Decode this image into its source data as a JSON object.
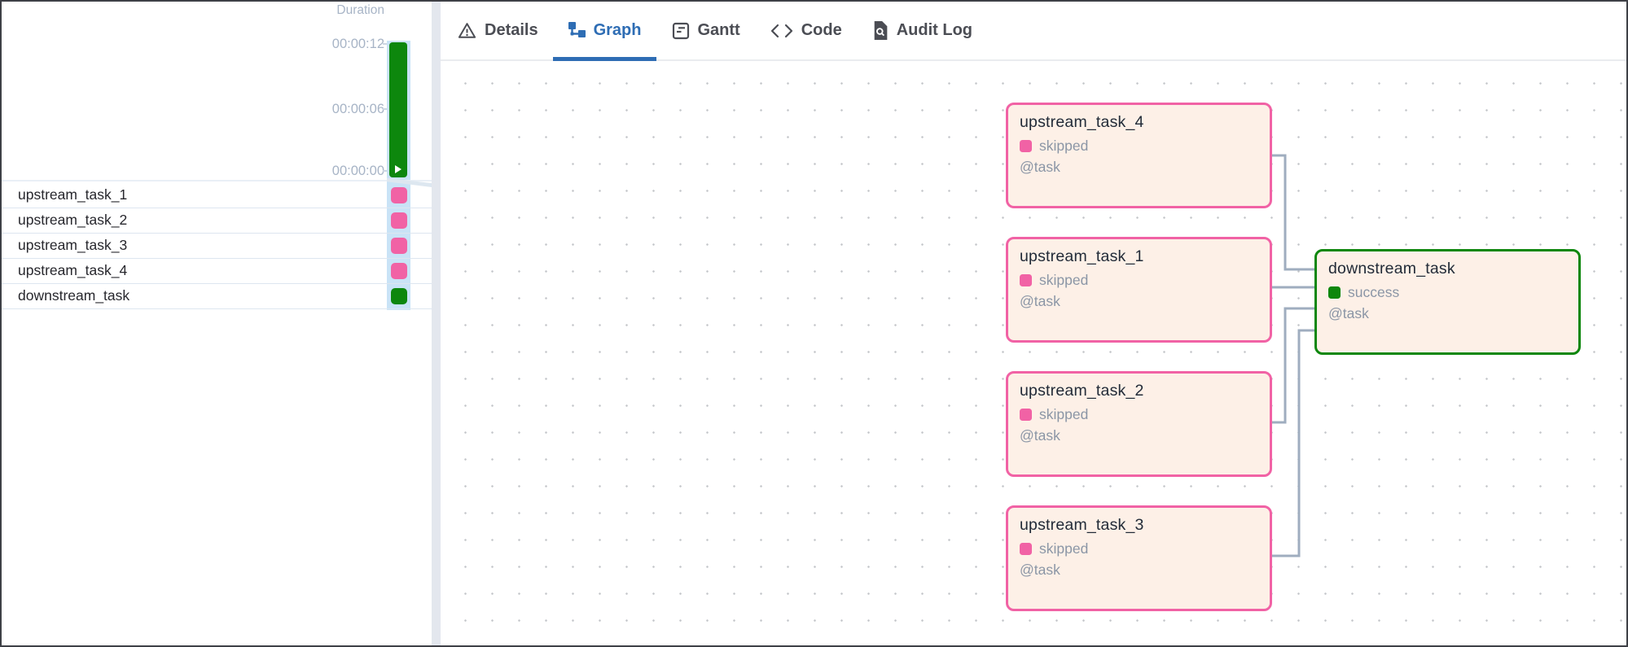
{
  "colors": {
    "skipped": "#f162a5",
    "success": "#0d870d",
    "accent_blue": "#2e6db4",
    "edge_gray": "#9fadbf",
    "node_background": "#fdf0e7",
    "column_highlight": "#c9e3f6"
  },
  "sidebar": {
    "duration_chart": {
      "title": "Duration",
      "ticks": [
        "00:00:12",
        "00:00:06",
        "00:00:00"
      ],
      "bar": {
        "status": "success"
      }
    },
    "tasks": [
      {
        "name": "upstream_task_1",
        "status": "skipped"
      },
      {
        "name": "upstream_task_2",
        "status": "skipped"
      },
      {
        "name": "upstream_task_3",
        "status": "skipped"
      },
      {
        "name": "upstream_task_4",
        "status": "skipped"
      },
      {
        "name": "downstream_task",
        "status": "success"
      }
    ]
  },
  "tabs": [
    {
      "label": "Details",
      "icon": "warning-triangle-icon",
      "active": false
    },
    {
      "label": "Graph",
      "icon": "graph-icon",
      "active": true
    },
    {
      "label": "Gantt",
      "icon": "gantt-chart-icon",
      "active": false
    },
    {
      "label": "Code",
      "icon": "code-icon",
      "active": false
    },
    {
      "label": "Audit Log",
      "icon": "audit-log-icon",
      "active": false
    }
  ],
  "graph": {
    "nodes": [
      {
        "id": "upstream_task_4",
        "status": "skipped",
        "operator": "@task"
      },
      {
        "id": "upstream_task_1",
        "status": "skipped",
        "operator": "@task"
      },
      {
        "id": "upstream_task_2",
        "status": "skipped",
        "operator": "@task"
      },
      {
        "id": "upstream_task_3",
        "status": "skipped",
        "operator": "@task"
      },
      {
        "id": "downstream_task",
        "status": "success",
        "operator": "@task"
      }
    ],
    "edges": [
      {
        "from": "upstream_task_4",
        "to": "downstream_task"
      },
      {
        "from": "upstream_task_1",
        "to": "downstream_task"
      },
      {
        "from": "upstream_task_2",
        "to": "downstream_task"
      },
      {
        "from": "upstream_task_3",
        "to": "downstream_task"
      }
    ]
  }
}
